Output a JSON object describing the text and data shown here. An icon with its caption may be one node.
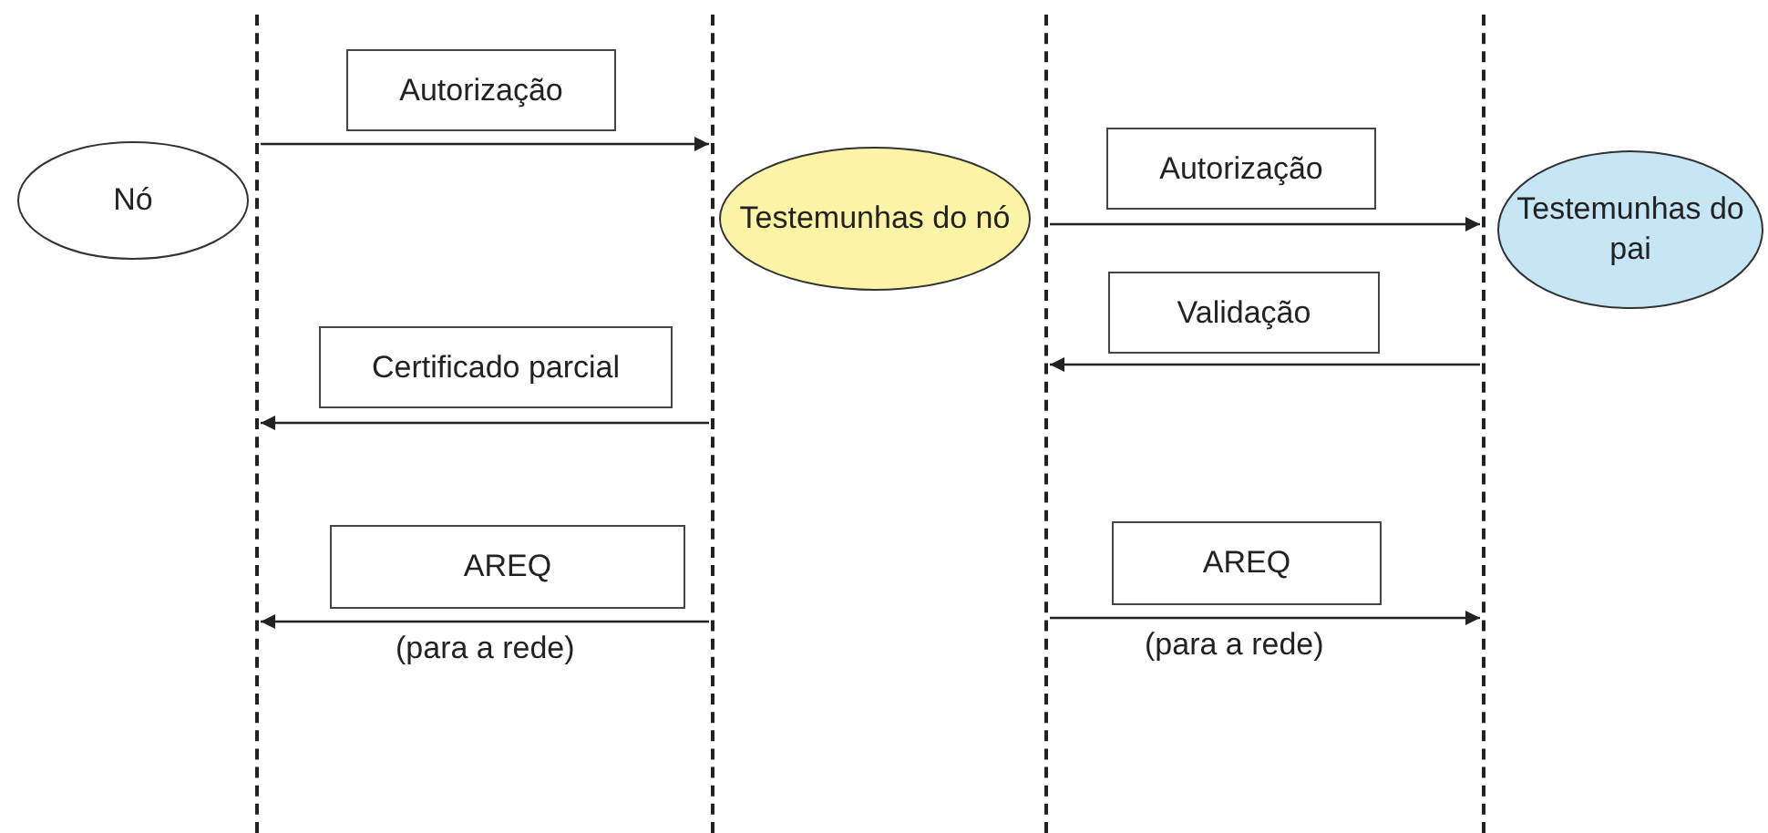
{
  "diagram": {
    "nodes": [
      {
        "text": [
          "Nó"
        ]
      },
      {
        "text": [
          "Testemunhas do nó"
        ]
      },
      {
        "text": [
          "Testemunhas do pai"
        ]
      },
      {
        "text": [],
        "shape": "line"
      },
      {
        "text": [],
        "shape": "line"
      },
      {
        "text": [],
        "shape": "line"
      },
      {
        "text": [],
        "shape": "line"
      }
    ],
    "edges": [
      {
        "from": 3,
        "to": 4,
        "arrow": "to",
        "label": "Autorização"
      },
      {
        "from": 4,
        "to": 3,
        "arrow": "to",
        "label": "Certificado parcial"
      },
      {
        "from": 4,
        "to": 3,
        "arrow": "to",
        "label": "AREQ"
      },
      {
        "from": 5,
        "to": 6,
        "arrow": "to",
        "label": "Autorização"
      },
      {
        "from": 6,
        "to": 5,
        "arrow": "to",
        "label": "Validação"
      },
      {
        "from": 5,
        "to": 6,
        "arrow": "to",
        "label": "AREQ"
      }
    ],
    "labels": [
      "(para a rede)",
      "(para a rede)"
    ]
  }
}
